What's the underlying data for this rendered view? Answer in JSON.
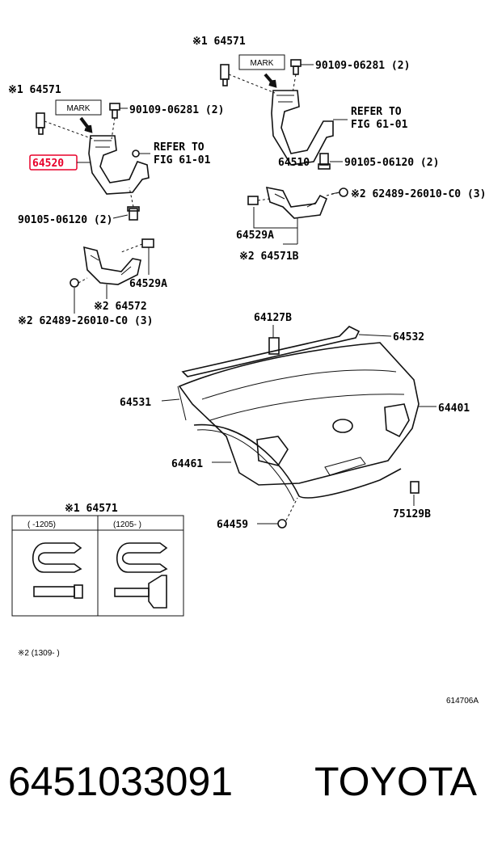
{
  "callouts": {
    "p64571_top": "※1 64571",
    "mark1": "MARK",
    "bolt_top": "90109-06281 (2)",
    "p64571_left": "※1 64571",
    "mark2": "MARK",
    "bolt_left": "90109-06281 (2)",
    "refer_right_1": "REFER TO",
    "refer_right_2": "FIG 61-01",
    "refer_left_1": "REFER TO",
    "refer_left_2": "FIG 61-01",
    "p64520": "64520",
    "p64510": "64510",
    "bolt_64510": "90105-06120 (2)",
    "bolt_left_bottom": "90105-06120 (2)",
    "clip_right": "※2 62489-26010-C0 (3)",
    "p64529a_right": "64529A",
    "p64571b": "※2 64571B",
    "p64529a_left": "64529A",
    "p64572": "※2 64572",
    "clip_left": "※2 62489-26010-C0 (3)",
    "p64127b": "64127B",
    "p64532": "64532",
    "p64531": "64531",
    "p64401": "64401",
    "p64461": "64461",
    "p75129b": "75129B",
    "p64459": "64459"
  },
  "inset": {
    "title": "※1 64571",
    "col1": "(     -1205)",
    "col2": "(1205-     )"
  },
  "notes": {
    "note2": "※2 (1309-     )",
    "figure_number": "614706A"
  },
  "highlight_color": "#e8002a",
  "footer": {
    "part_number": "6451033091",
    "brand": "TOYOTA"
  }
}
